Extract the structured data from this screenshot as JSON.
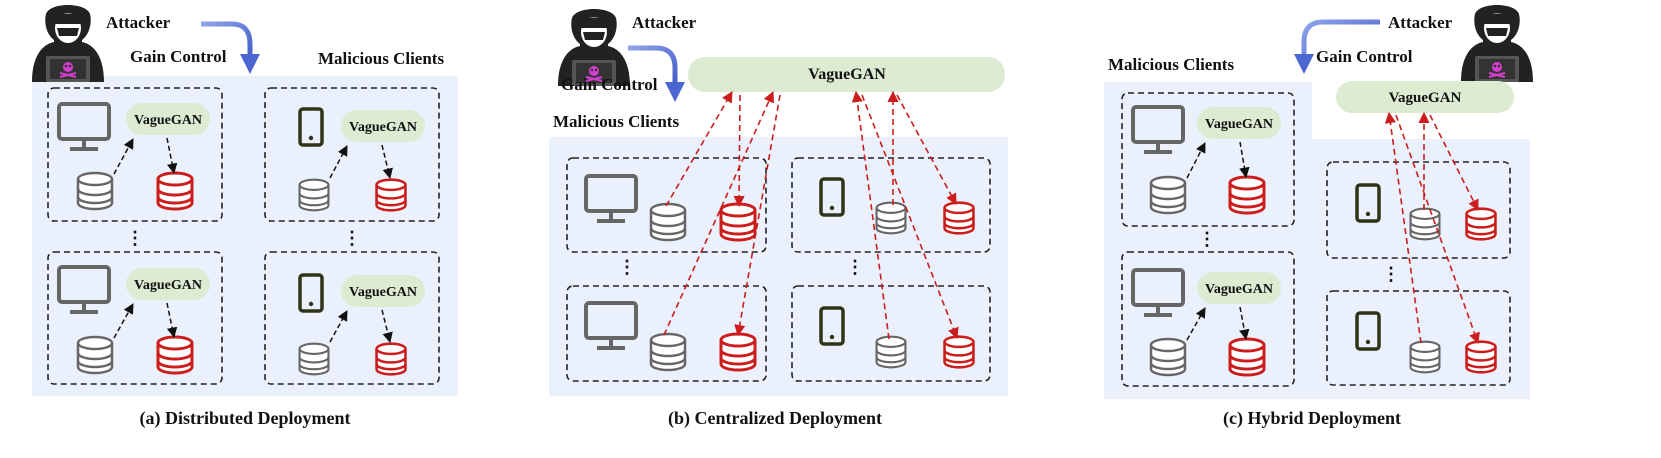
{
  "labels": {
    "attacker": "Attacker",
    "gain_control": "Gain Control",
    "malicious_clients": "Malicious Clients",
    "vaguegan": "VagueGAN",
    "ellipsis": "⋮"
  },
  "captions": {
    "a": "(a) Distributed Deployment",
    "b": "(b) Centralized Deployment",
    "c": "(c) Hybrid Deployment"
  },
  "colors": {
    "panel_bg": "#eaf1fd",
    "gan_fill": "#dcebd2",
    "red": "#cc1d1d",
    "gray": "#666666",
    "blue_arrow": "#4b66d0",
    "phone": "#2f3318"
  },
  "icons": [
    "hacker-icon",
    "monitor-icon",
    "phone-icon",
    "database-icon"
  ]
}
